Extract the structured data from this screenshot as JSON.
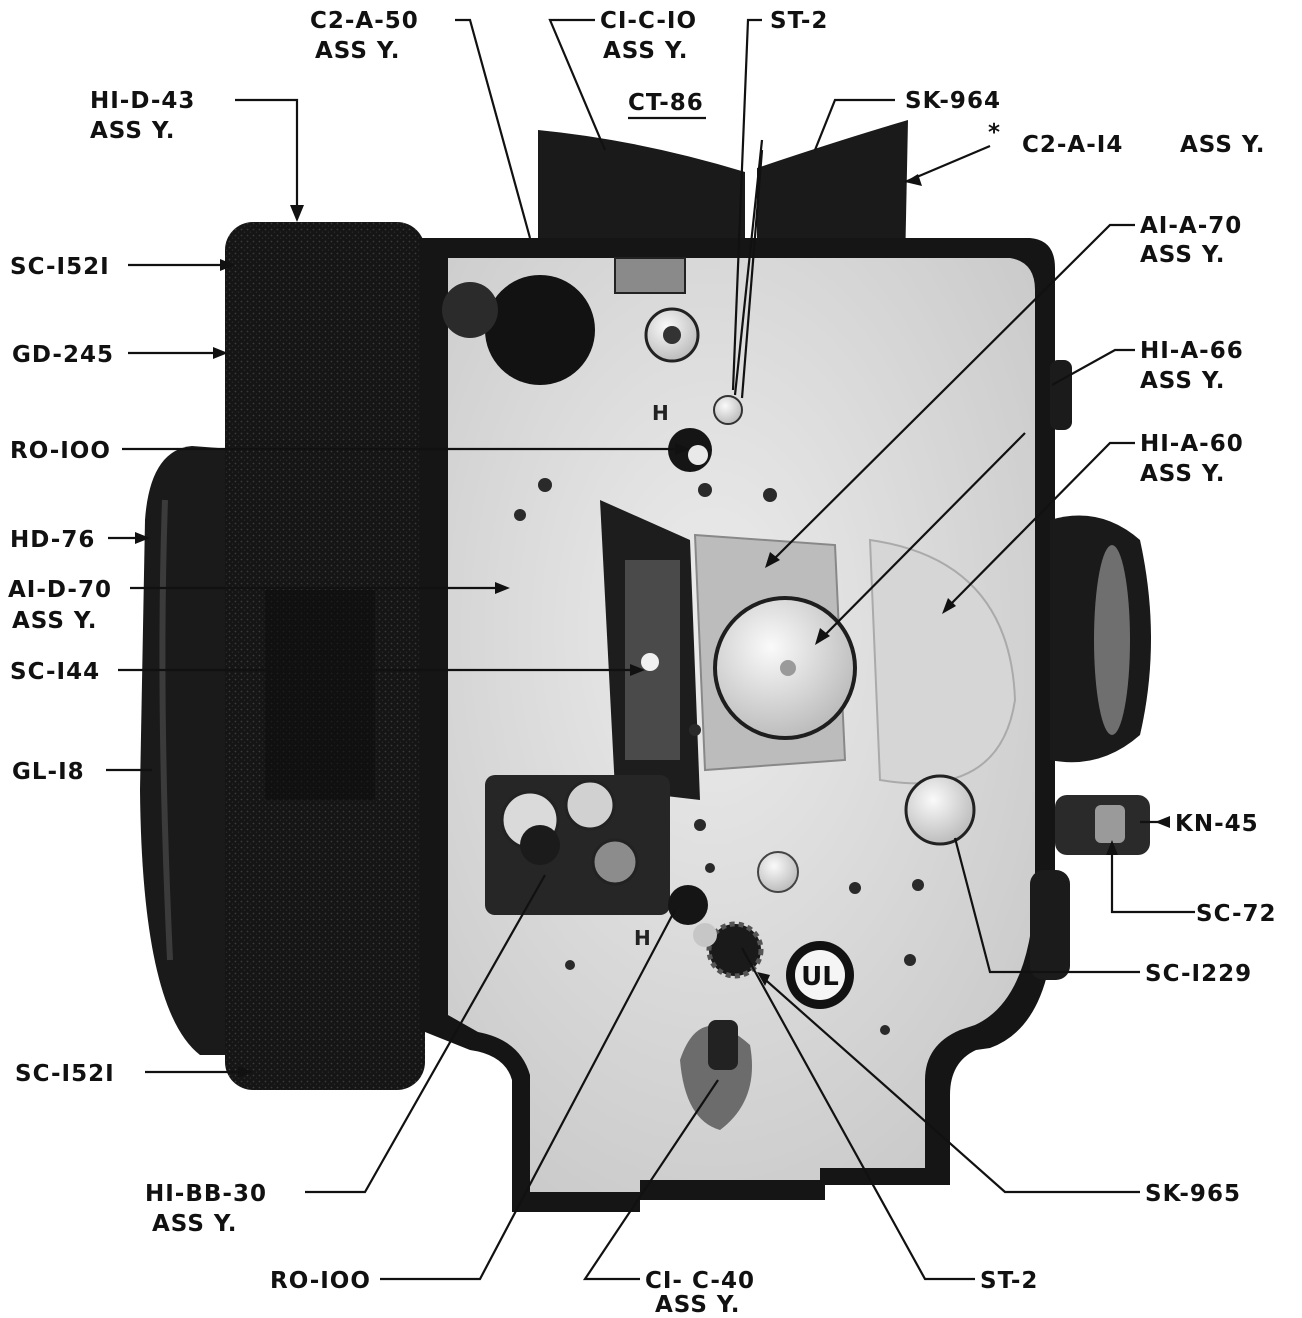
{
  "colors": {
    "ink": "#111111",
    "paper": "#ffffff",
    "casting": "#dedede",
    "dark_part": "#1c1c1c",
    "mid_part": "#9a9a9a"
  },
  "labels": {
    "c2_a_50": {
      "code": "C2-A-50",
      "sub": "ASS Y."
    },
    "c1_c_10": {
      "code": "CI-C-IO",
      "sub": "ASS Y."
    },
    "st_2_top": {
      "code": "ST-2"
    },
    "ct_86": {
      "code": "CT-86"
    },
    "hi_d_43": {
      "code": "HI-D-43",
      "sub": "ASS Y."
    },
    "sk_964": {
      "code": "SK-964"
    },
    "c2_a_14": {
      "code": "C2-A-I4",
      "sub": "ASS Y.",
      "marker": "*"
    },
    "sc_1521_top": {
      "code": "SC-I52I"
    },
    "ai_a_70": {
      "code": "AI-A-70",
      "sub": "ASS Y."
    },
    "gd_245": {
      "code": "GD-245"
    },
    "hi_a_66": {
      "code": "HI-A-66",
      "sub": "ASS Y."
    },
    "ro_100_top": {
      "code": "RO-IOO"
    },
    "hi_a_60": {
      "code": "HI-A-60",
      "sub": "ASS Y."
    },
    "hd_76": {
      "code": "HD-76"
    },
    "ai_d_70": {
      "code": "AI-D-70",
      "sub": "ASS Y."
    },
    "sc_144": {
      "code": "SC-I44"
    },
    "gl_18": {
      "code": "GL-I8"
    },
    "kn_45": {
      "code": "KN-45"
    },
    "sc_72": {
      "code": "SC-72"
    },
    "sc_1229": {
      "code": "SC-I229"
    },
    "sc_1521_bottom": {
      "code": "SC-I52I"
    },
    "sk_965": {
      "code": "SK-965"
    },
    "hi_bb_30": {
      "code": "HI-BB-30",
      "sub": "ASS Y."
    },
    "ro_100_bottom": {
      "code": "RO-IOO"
    },
    "c1_c_40": {
      "code": "CI- C-40",
      "sub": "ASS Y."
    },
    "st_2_bottom": {
      "code": "ST-2"
    }
  },
  "stamps": {
    "ul_mark": "UL",
    "h_top": "H",
    "h_bottom": "H"
  }
}
